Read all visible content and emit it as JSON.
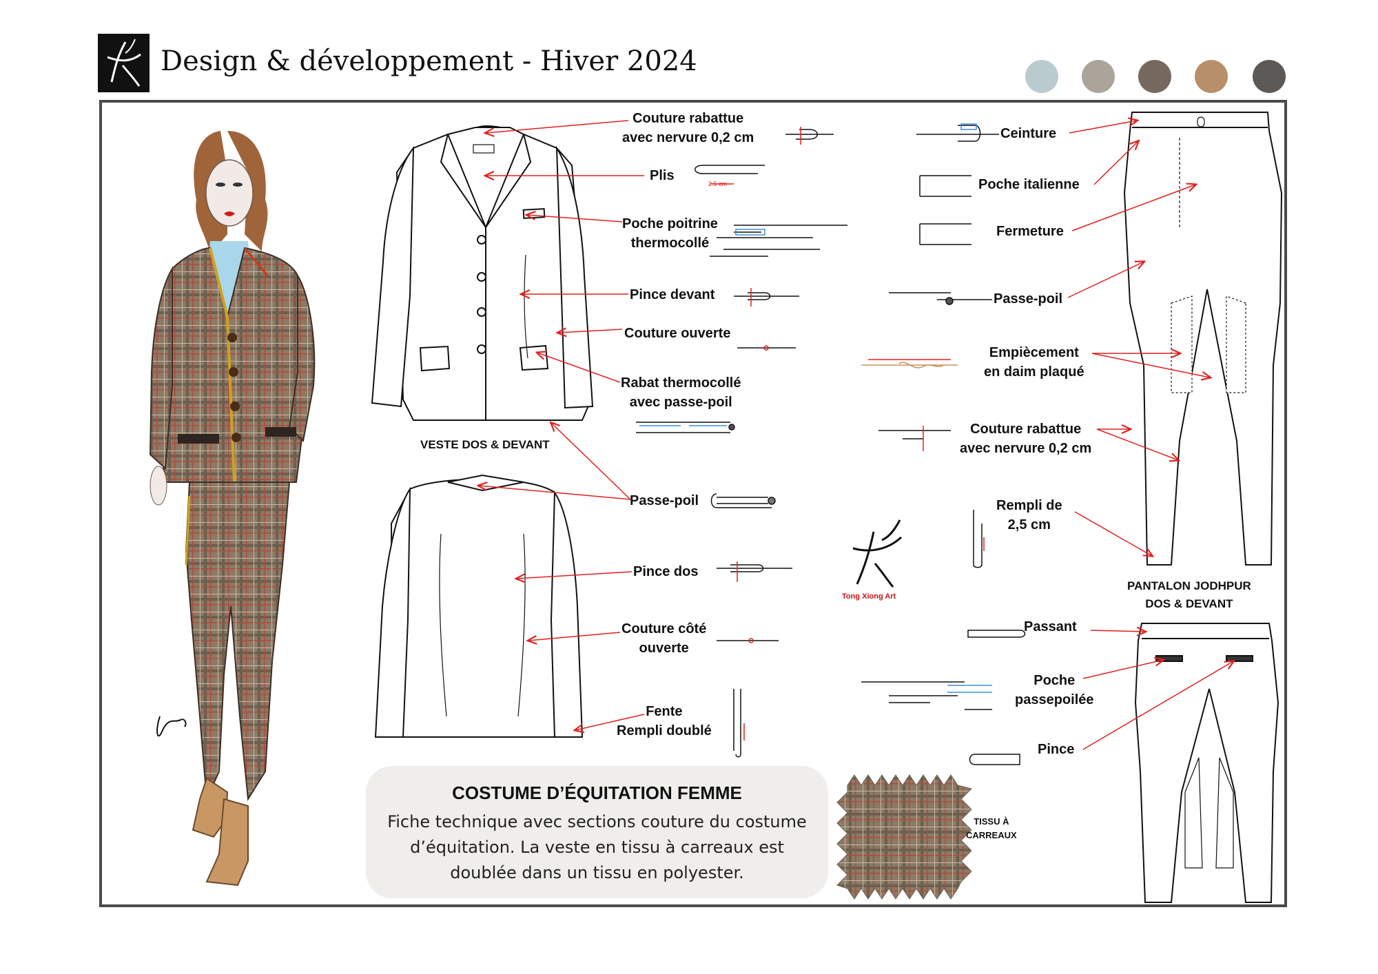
{
  "header": {
    "title": "Design & développement  - Hiver 2024",
    "swatches": [
      "#b9cbcf",
      "#aca39a",
      "#76695f",
      "#b79069",
      "#5d5956"
    ]
  },
  "jacket": {
    "caption": "VESTE DOS & DEVANT",
    "labels": {
      "couture_rabattue": [
        "Couture rabattue",
        "avec nervure 0,2 cm"
      ],
      "plis": "Plis",
      "plis_measure": "2.5 cm",
      "poche_poitrine": [
        "Poche poitrine",
        "thermocollé"
      ],
      "pince_devant": "Pince devant",
      "couture_ouverte": "Couture ouverte",
      "rabat": [
        "Rabat thermocollé",
        "avec passe-poil"
      ],
      "passe_poil": "Passe-poil",
      "pince_dos": "Pince dos",
      "couture_cote": [
        "Couture côté",
        "ouverte"
      ],
      "fente": [
        "Fente",
        "Rempli doublé"
      ]
    }
  },
  "pants": {
    "caption": [
      "PANTALON JODHPUR",
      "DOS & DEVANT"
    ],
    "labels": {
      "ceinture": "Ceinture",
      "poche_italienne": "Poche italienne",
      "fermeture": "Fermeture",
      "passe_poil": "Passe-poil",
      "empiecement": [
        "Empiècement",
        "en daim plaqué"
      ],
      "couture_rabattue": [
        "Couture rabattue",
        "avec nervure 0,2 cm"
      ],
      "rempli": [
        "Rempli de",
        "2,5 cm"
      ],
      "passant": "Passant",
      "poche_passepoilee": [
        "Poche",
        "passepoilée"
      ],
      "pince": "Pince"
    }
  },
  "info": {
    "title": "COSTUME D’ÉQUITATION FEMME",
    "description": "Fiche technique avec sections couture du costume d’équitation. La veste en tissu à carreaux est doublée dans un tissu en polyester."
  },
  "fabric": {
    "label": [
      "TISSU À",
      "CARREAUX"
    ]
  },
  "signature": {
    "brand": "Tong Xiong Art"
  }
}
